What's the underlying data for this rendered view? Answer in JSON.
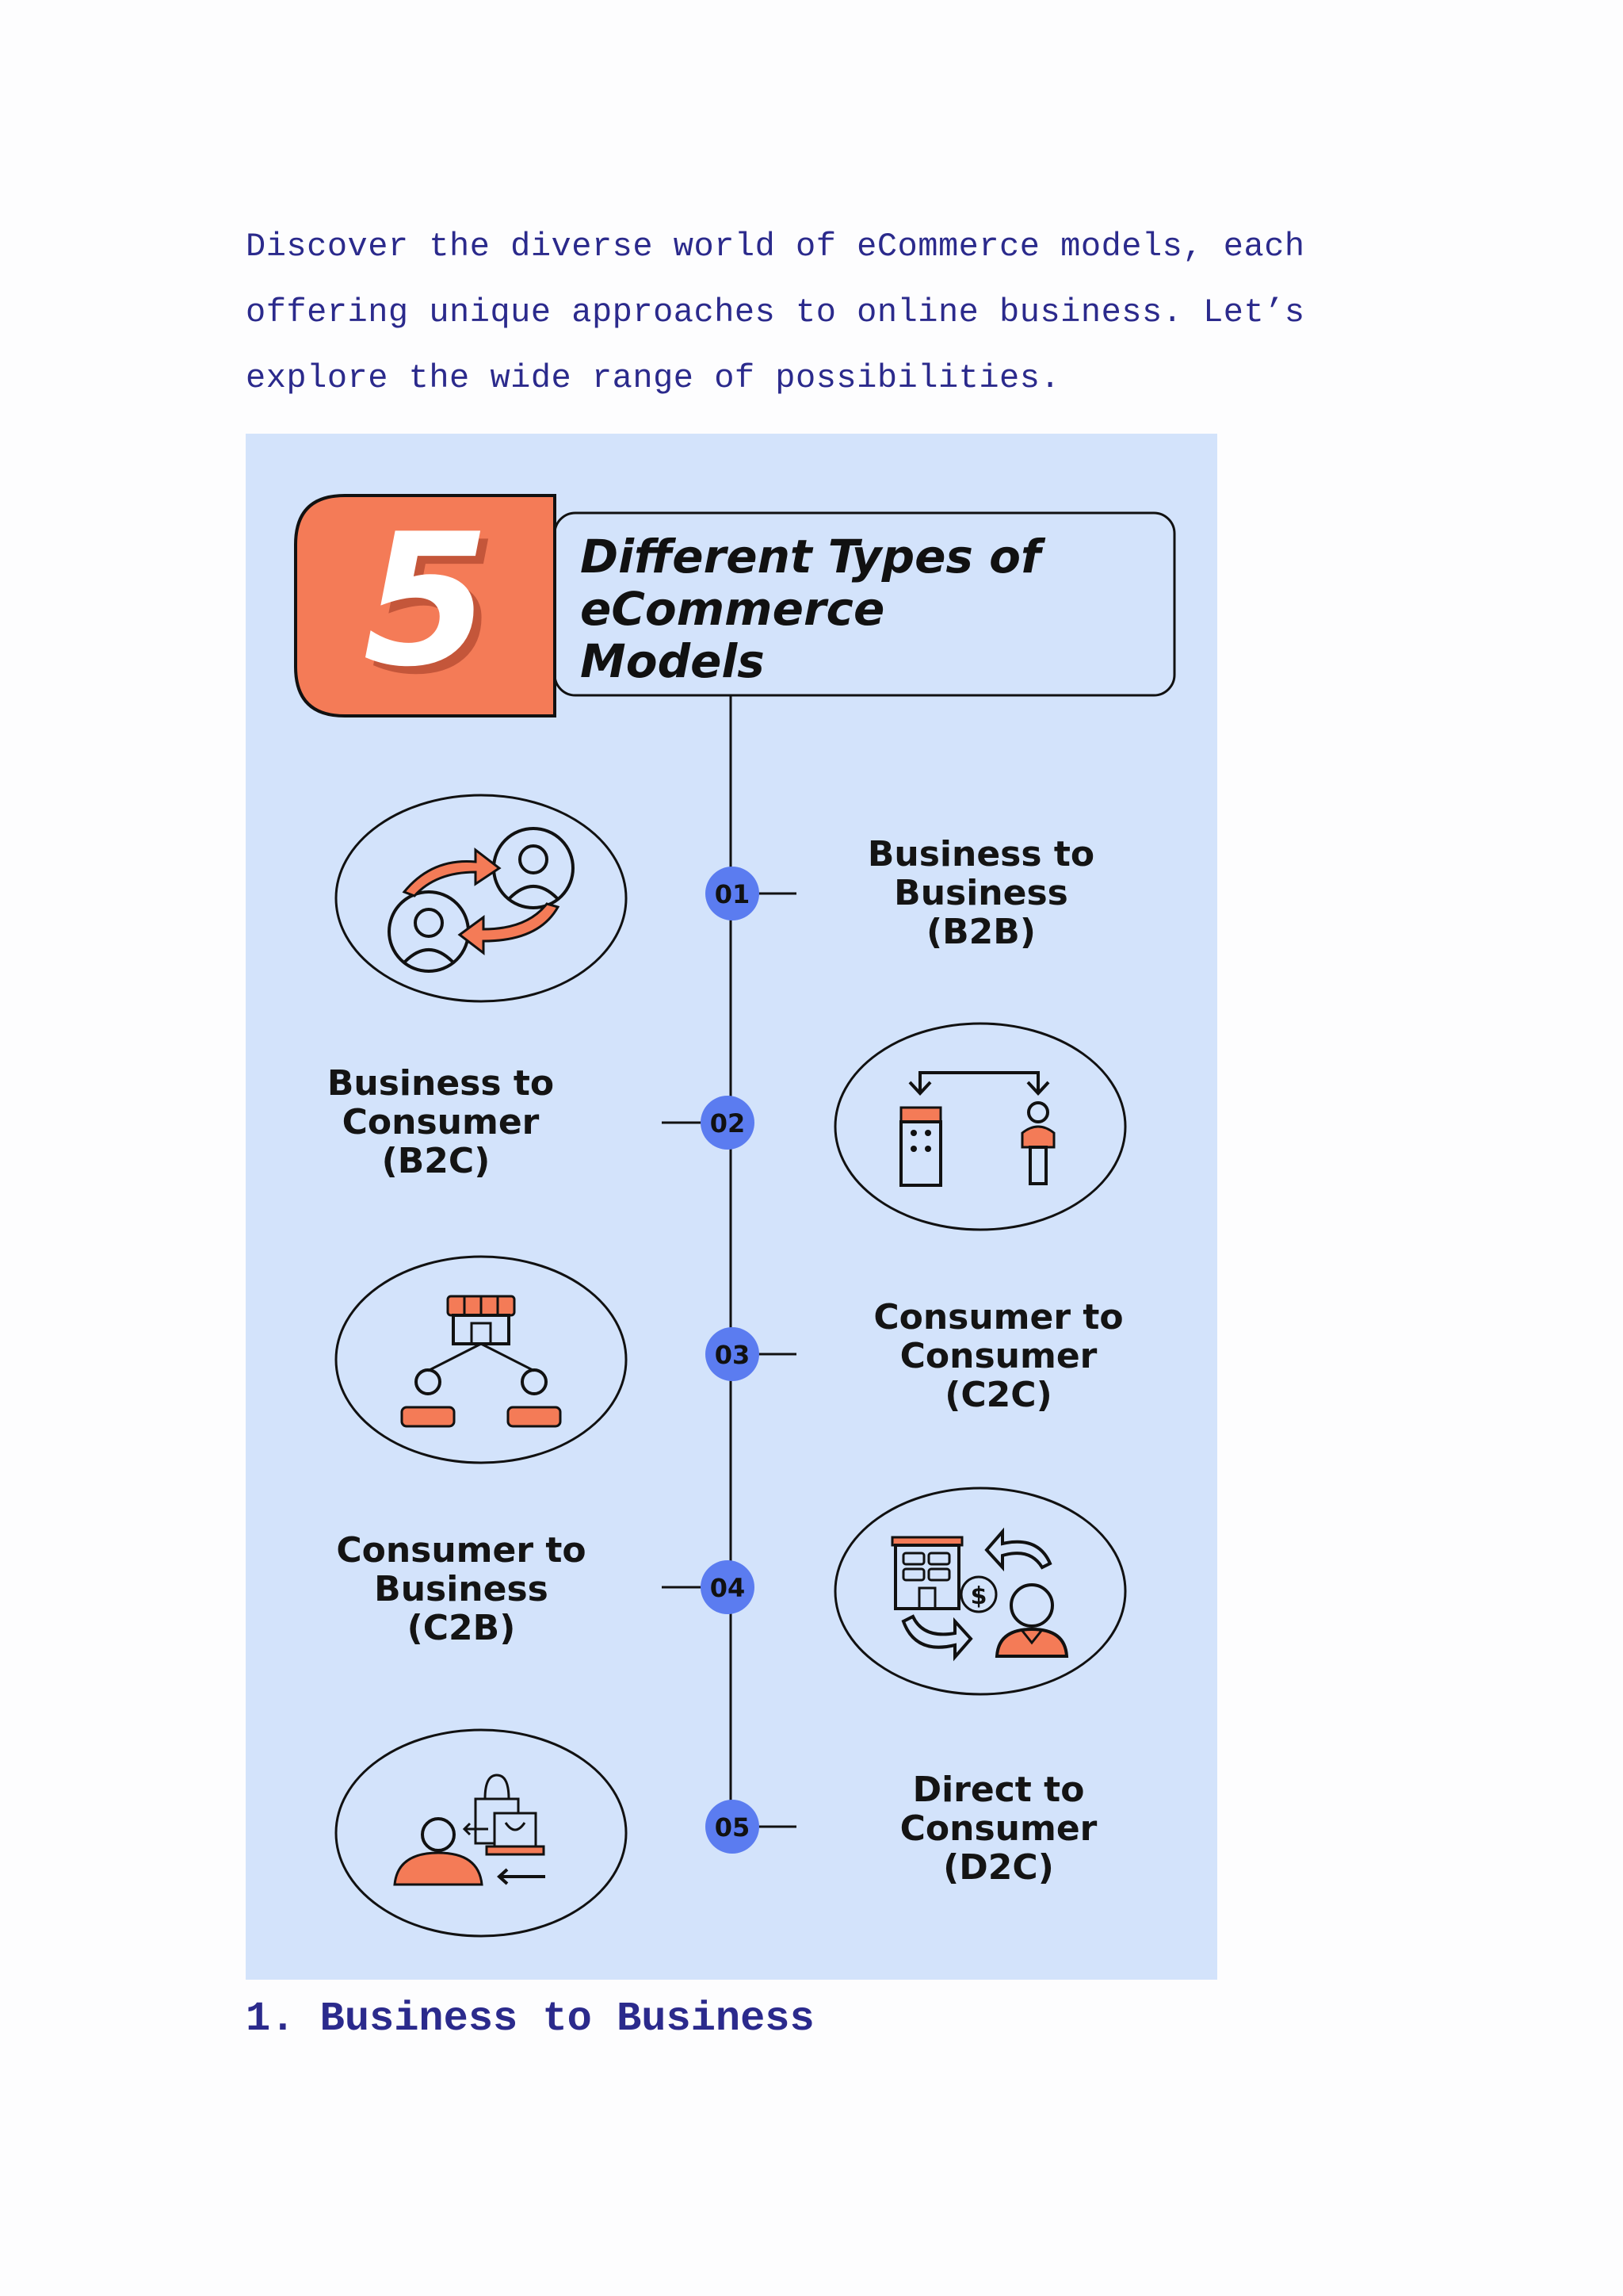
{
  "intro": {
    "line1": "Discover the diverse world of eCommerce models, each",
    "line2": "offering unique approaches to online business. Let’s",
    "line3": "explore the wide range of possibilities."
  },
  "infographic": {
    "number": "5",
    "title_line1": "Different Types of",
    "title_line2": "eCommerce",
    "title_line3": "Models",
    "colors": {
      "background": "#d3e3fb",
      "accent": "#f47b57",
      "badge": "#5b7cf0"
    },
    "models": [
      {
        "num": "01",
        "line1": "Business to",
        "line2": "Business",
        "line3": "(B2B)",
        "icon": "people-exchange-icon"
      },
      {
        "num": "02",
        "line1": "Business to",
        "line2": "Consumer",
        "line3": "(B2C)",
        "icon": "building-to-person-icon"
      },
      {
        "num": "03",
        "line1": "Consumer to",
        "line2": "Consumer",
        "line3": "(C2C)",
        "icon": "marketplace-icon"
      },
      {
        "num": "04",
        "line1": "Consumer to",
        "line2": "Business",
        "line3": "(C2B)",
        "icon": "consumer-to-business-icon"
      },
      {
        "num": "05",
        "line1": "Direct to",
        "line2": "Consumer",
        "line3": "(D2C)",
        "icon": "direct-shopping-icon"
      }
    ]
  },
  "section_heading": "1. Business to Business"
}
